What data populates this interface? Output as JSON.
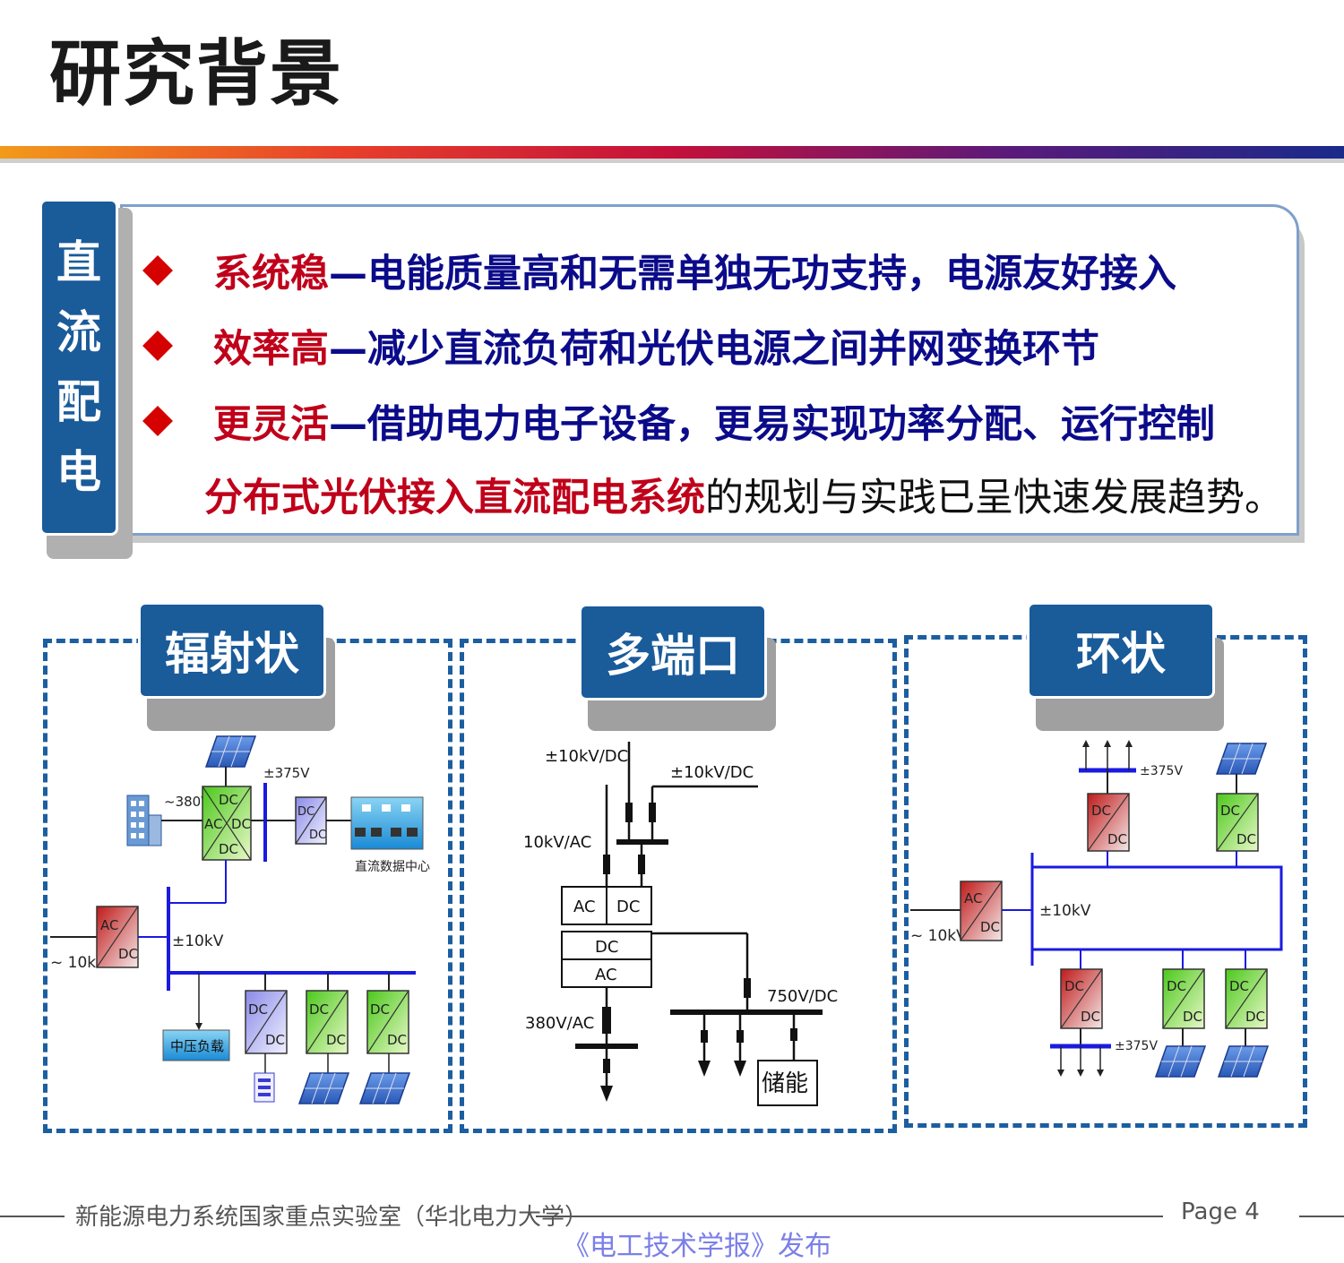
{
  "title": "研究背景",
  "side_tab": [
    "直",
    "流",
    "配",
    "电"
  ],
  "bullets": [
    {
      "head": "系统稳",
      "body": "—电能质量高和无需单独无功支持，电源友好接入"
    },
    {
      "head": "效率高",
      "body": "—减少直流负荷和光伏电源之间并网变换环节"
    },
    {
      "head": "更灵活",
      "body": "—借助电力电子设备，更易实现功率分配、运行控制"
    }
  ],
  "summary": {
    "highlight": "分布式光伏接入直流配电系统",
    "rest": "的规划与实践已呈快速发展趋势。"
  },
  "sections": {
    "radial": {
      "title": "辐射状",
      "labels": {
        "v380": "~380V",
        "v375": "±375V",
        "v10kv_ac": "~ 10kV",
        "v10kv_dc": "±10kV",
        "data_center": "直流数据中心",
        "mv_load": "中压负载",
        "dc": "DC",
        "ac": "AC"
      }
    },
    "multi": {
      "title": "多端口",
      "labels": {
        "dc10_a": "±10kV/DC",
        "dc10_b": "±10kV/DC",
        "ac10": "10kV/AC",
        "ac": "AC",
        "dc": "DC",
        "ac380": "380V/AC",
        "dc750": "750V/DC",
        "storage": "储能"
      }
    },
    "ring": {
      "title": "环状",
      "labels": {
        "v375_top": "±375V",
        "v375_bot": "±375V",
        "v10kv_dc": "±10kV",
        "v10kv_ac": "~ 10kV",
        "dc": "DC",
        "ac": "AC"
      }
    }
  },
  "footer": {
    "lab": "新能源电力系统国家重点实验室（华北电力大学）",
    "page": "Page 4",
    "publisher": "《电工技术学报》发布"
  }
}
